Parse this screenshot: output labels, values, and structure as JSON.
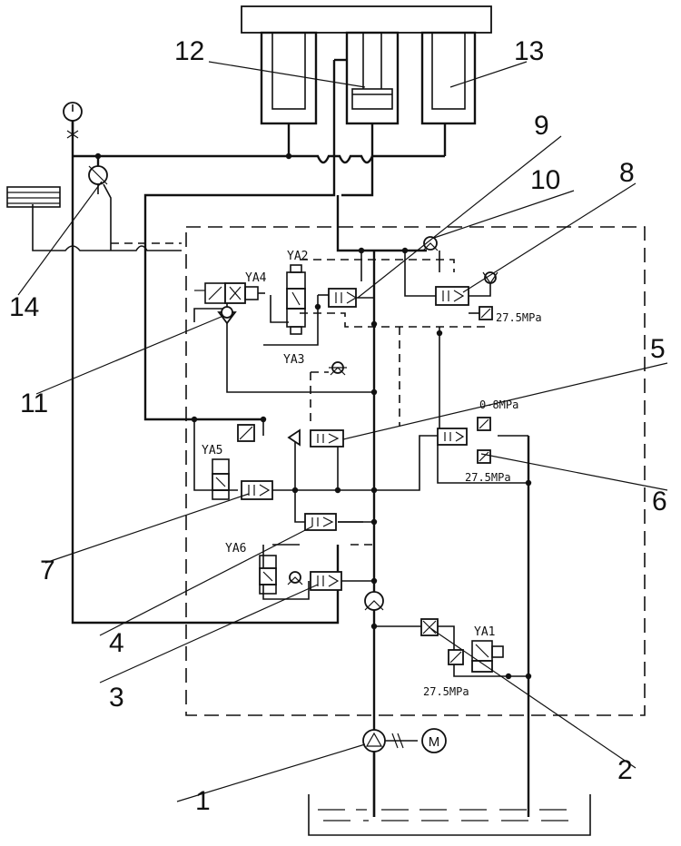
{
  "callouts": {
    "n1": "1",
    "n2": "2",
    "n3": "3",
    "n4": "4",
    "n5": "5",
    "n6": "6",
    "n7": "7",
    "n8": "8",
    "n9": "9",
    "n10": "10",
    "n11": "11",
    "n12": "12",
    "n13": "13",
    "n14": "14"
  },
  "solenoids": {
    "ya1": "YA1",
    "ya2": "YA2",
    "ya3": "YA3",
    "ya4": "YA4",
    "ya5": "YA5",
    "ya6": "YA6"
  },
  "pressures": {
    "p_valve8": "27.5MPa",
    "p_range": "0-8MPa",
    "p_valve6": "27.5MPa",
    "p_valve2": "27.5MPa"
  },
  "motor": {
    "symbol": "M"
  },
  "icons": [
    "pump-icon",
    "motor-icon",
    "check-valve-icon",
    "cylinder-icon",
    "tank-icon",
    "gauge-icon",
    "solenoid-valve-icon",
    "relief-valve-icon",
    "cartridge-valve-icon"
  ]
}
